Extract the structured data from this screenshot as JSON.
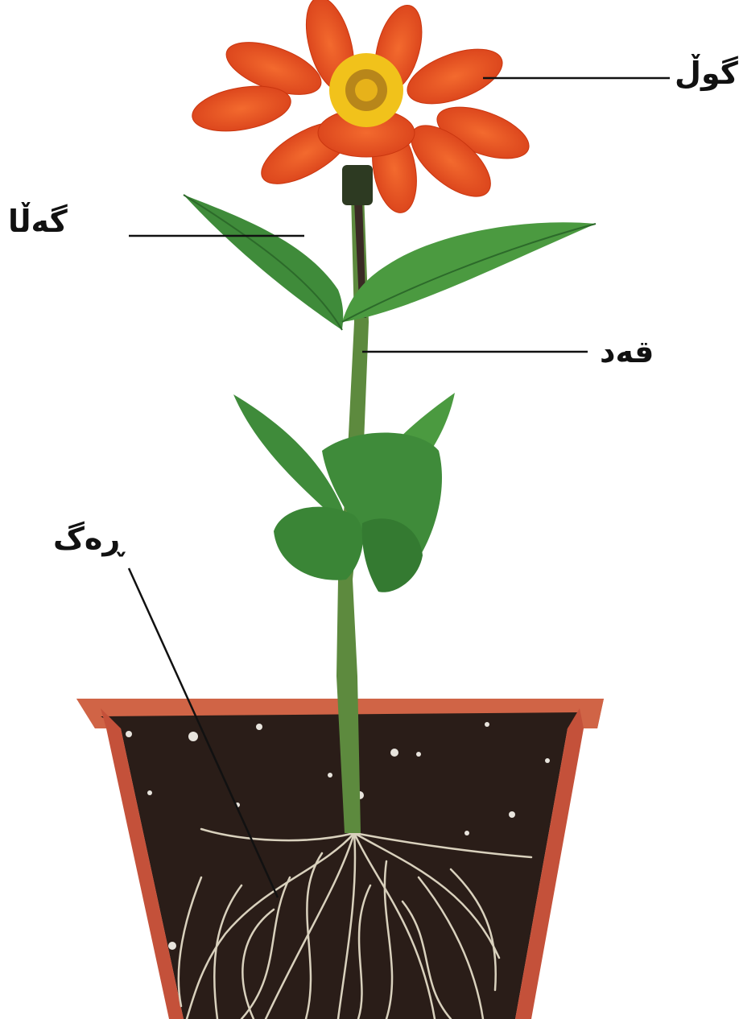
{
  "labels": {
    "flower": "گوڵ",
    "leaf": "گەڵا",
    "stem": "قەد",
    "root": "ڕەگ"
  },
  "colors": {
    "petal": "#e8491b",
    "petal_dark": "#c9360f",
    "flower_center": "#f1c21b",
    "leaf": "#3f8b3a",
    "leaf_dark": "#2c6a2a",
    "stem": "#5d8a3e",
    "pot": "#c8573a",
    "soil": "#2a1d18",
    "roots": "#d9d1bd"
  }
}
